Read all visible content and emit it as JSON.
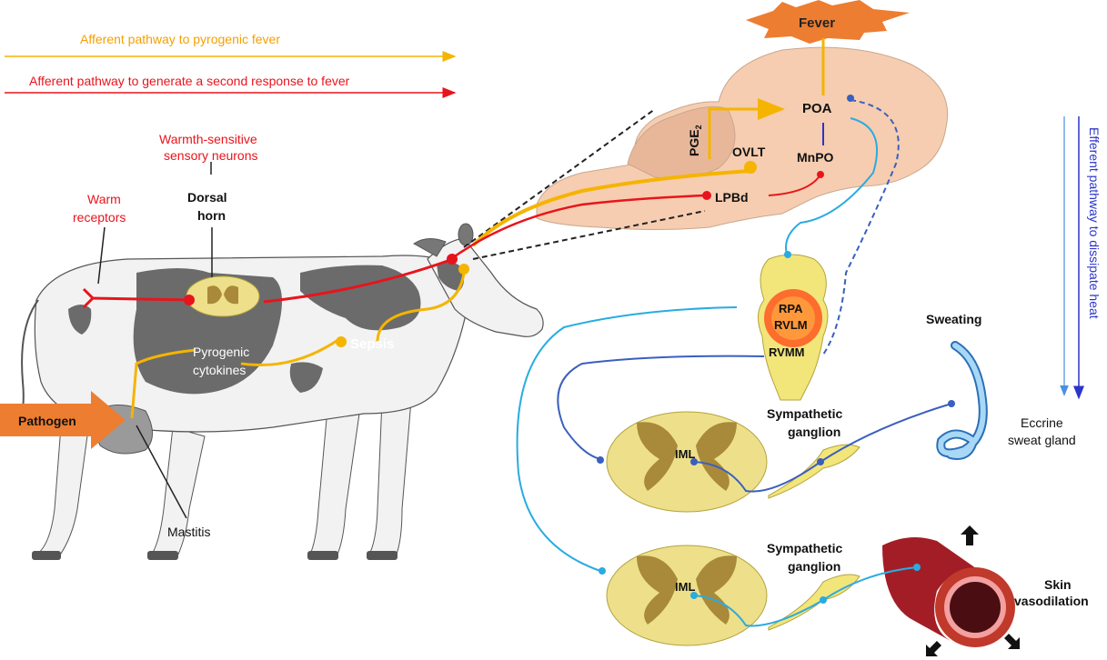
{
  "legend": {
    "afferent_fever": "Afferent pathway to pyrogenic fever",
    "afferent_second": "Afferent pathway to generate a second response to fever",
    "efferent": "Efferent pathway to dissipate heat"
  },
  "labels": {
    "fever": "Fever",
    "poa": "POA",
    "pge2_main": "PGE",
    "pge2_sub": "2",
    "ovlt": "OVLT",
    "mnpo": "MnPO",
    "lpbd": "LPBd",
    "warmth_sensitive_line1": "Warmth-sensitive",
    "warmth_sensitive_line2": "sensory neurons",
    "warm_receptors_line1": "Warm",
    "warm_receptors_line2": "receptors",
    "dorsal_horn_line1": "Dorsal",
    "dorsal_horn_line2": "horn",
    "sepsis": "Sepsis",
    "pyrogenic_line1": "Pyrogenic",
    "pyrogenic_line2": "cytokines",
    "pathogen": "Pathogen",
    "mastitis": "Mastitis",
    "rpa": "RPA",
    "rvlm": "RVLM",
    "rvmm": "RVMM",
    "sweating": "Sweating",
    "eccrine_line1": "Eccrine",
    "eccrine_line2": "sweat gland",
    "sympathetic1_line1": "Sympathetic",
    "sympathetic1_line2": "ganglion",
    "sympathetic2_line1": "Sympathetic",
    "sympathetic2_line2": "ganglion",
    "iml1": "IML",
    "iml2": "IML",
    "skin_line1": "Skin",
    "skin_line2": "vasodilation"
  },
  "colors": {
    "fever_path": "#f5b400",
    "second_path": "#e8141c",
    "efferent_light": "#29abe2",
    "efferent_dark": "#3a5fbf",
    "efferent_legend": "#2b35c9",
    "brain": "#f6cdb0",
    "cord": "#eee08a",
    "cord_inner": "#a88a3a",
    "pathogen": "#ed7d31",
    "vessel": "#a31d26"
  },
  "icons": {
    "cow": "dairy-cow-illustration",
    "brain": "brain-illustration",
    "brainstem": "brainstem-illustration",
    "spinal_cord": "spinal-cord-cross-section",
    "sweat_gland": "coiled-sweat-gland",
    "blood_vessel": "blood-vessel-segment",
    "fever_burst": "fever-burst-shape"
  }
}
